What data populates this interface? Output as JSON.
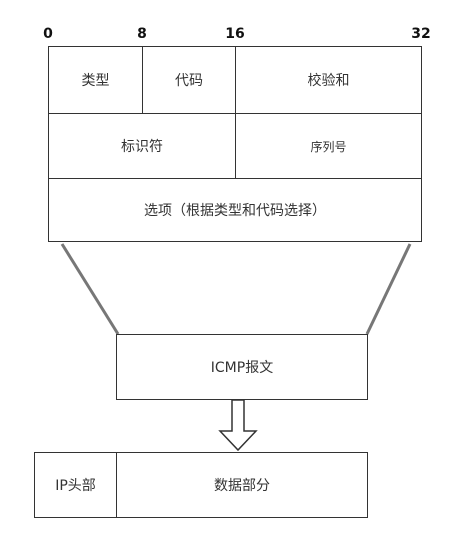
{
  "header": {
    "bits": [
      "0",
      "8",
      "16",
      "32"
    ]
  },
  "icmp_header": {
    "type": "类型",
    "code": "代码",
    "checksum": "校验和",
    "identifier": "标识符",
    "sequence": "序列号",
    "options": "选项（根据类型和代码选择）"
  },
  "message": {
    "label": "ICMP报文"
  },
  "ip_packet": {
    "ip_header": "IP头部",
    "data": "数据部分"
  },
  "colors": {
    "border": "#333333",
    "connector": "#777777"
  }
}
